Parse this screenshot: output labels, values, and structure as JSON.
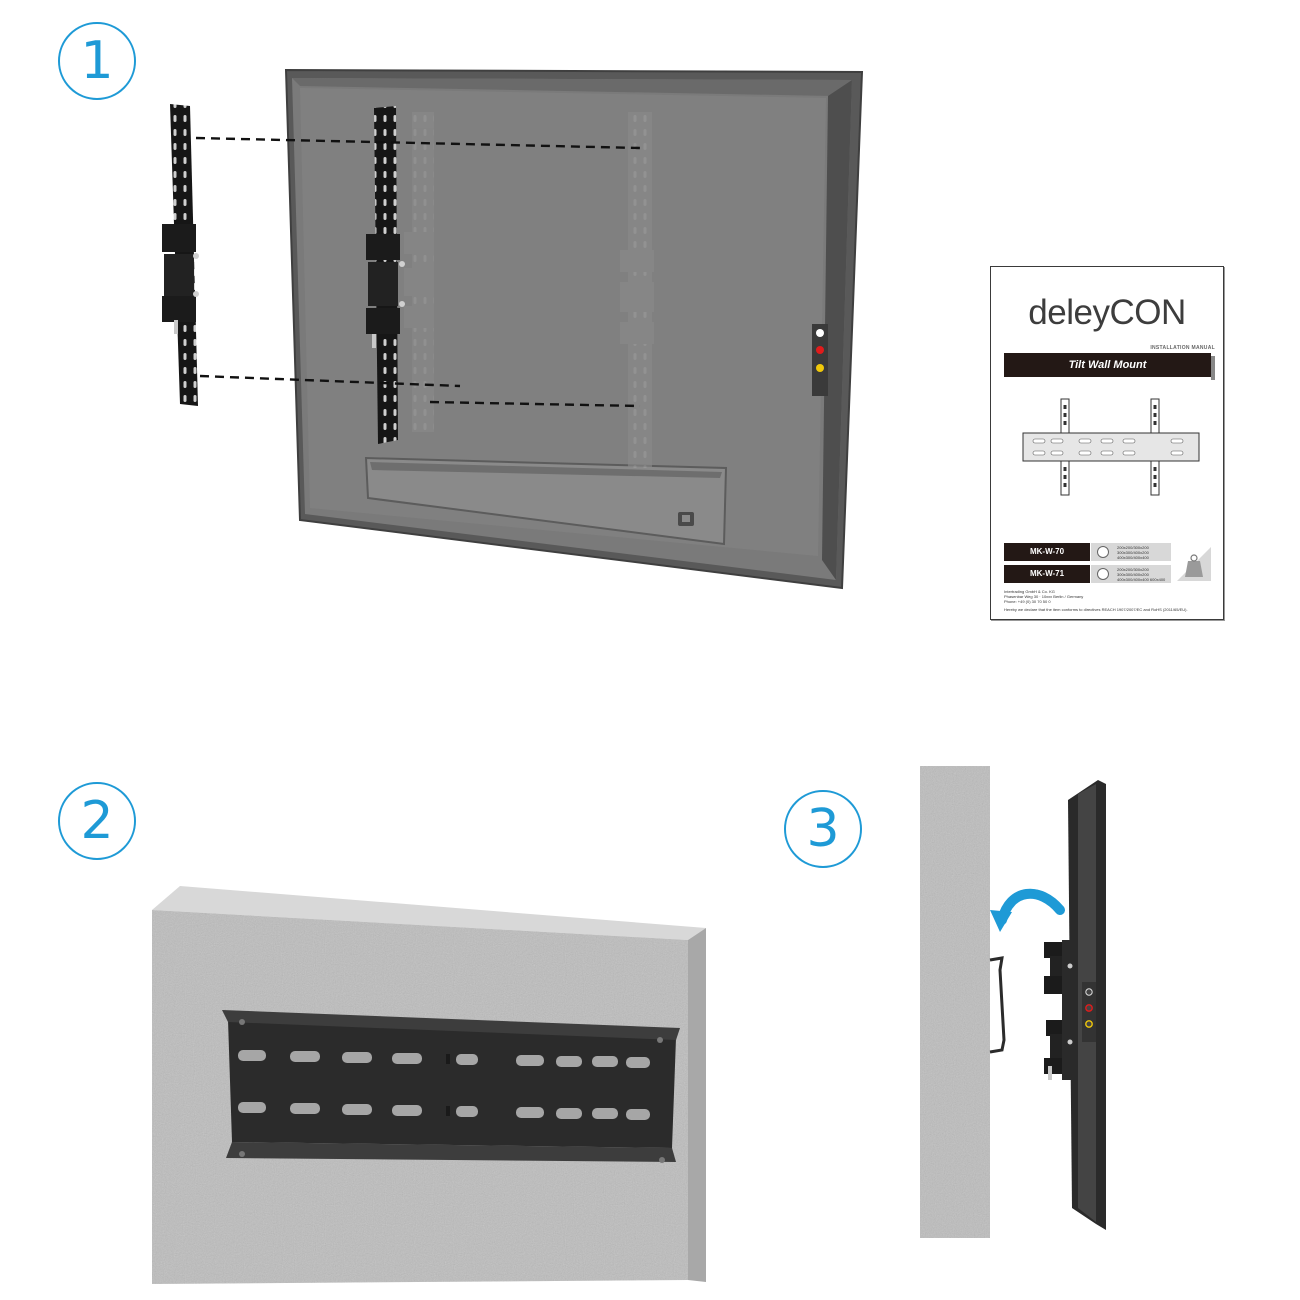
{
  "steps": [
    {
      "number": "1"
    },
    {
      "number": "2"
    },
    {
      "number": "3"
    }
  ],
  "manual": {
    "brand": "deleyCON",
    "doc_type": "INSTALLATION MANUAL",
    "title": "Tilt Wall Mount",
    "models": [
      {
        "name": "MK-W-70",
        "spec": "200x200/300x200 300x300/400x200 400x300/400x400"
      },
      {
        "name": "MK-W-71",
        "spec": "200x200/300x200 300x300/400x200 400x300/400x400 600x400"
      }
    ],
    "footer_lines": [
      "Intertrading GmbH & Co. KG",
      "Phasenbar Weg 30 · 10xxx Berlin / Germany",
      "Phone: +49 (0) 30 70 50 0",
      "Hereby we declare that the item conforms to directives REACH 1907/2007/EC and RoHS (2011/65/EU)."
    ]
  },
  "colors": {
    "accent": "#1e9ad6",
    "tv_back": "#7a7a7a",
    "bracket": "#1a1a1a",
    "wall": "#bdbdbd"
  }
}
